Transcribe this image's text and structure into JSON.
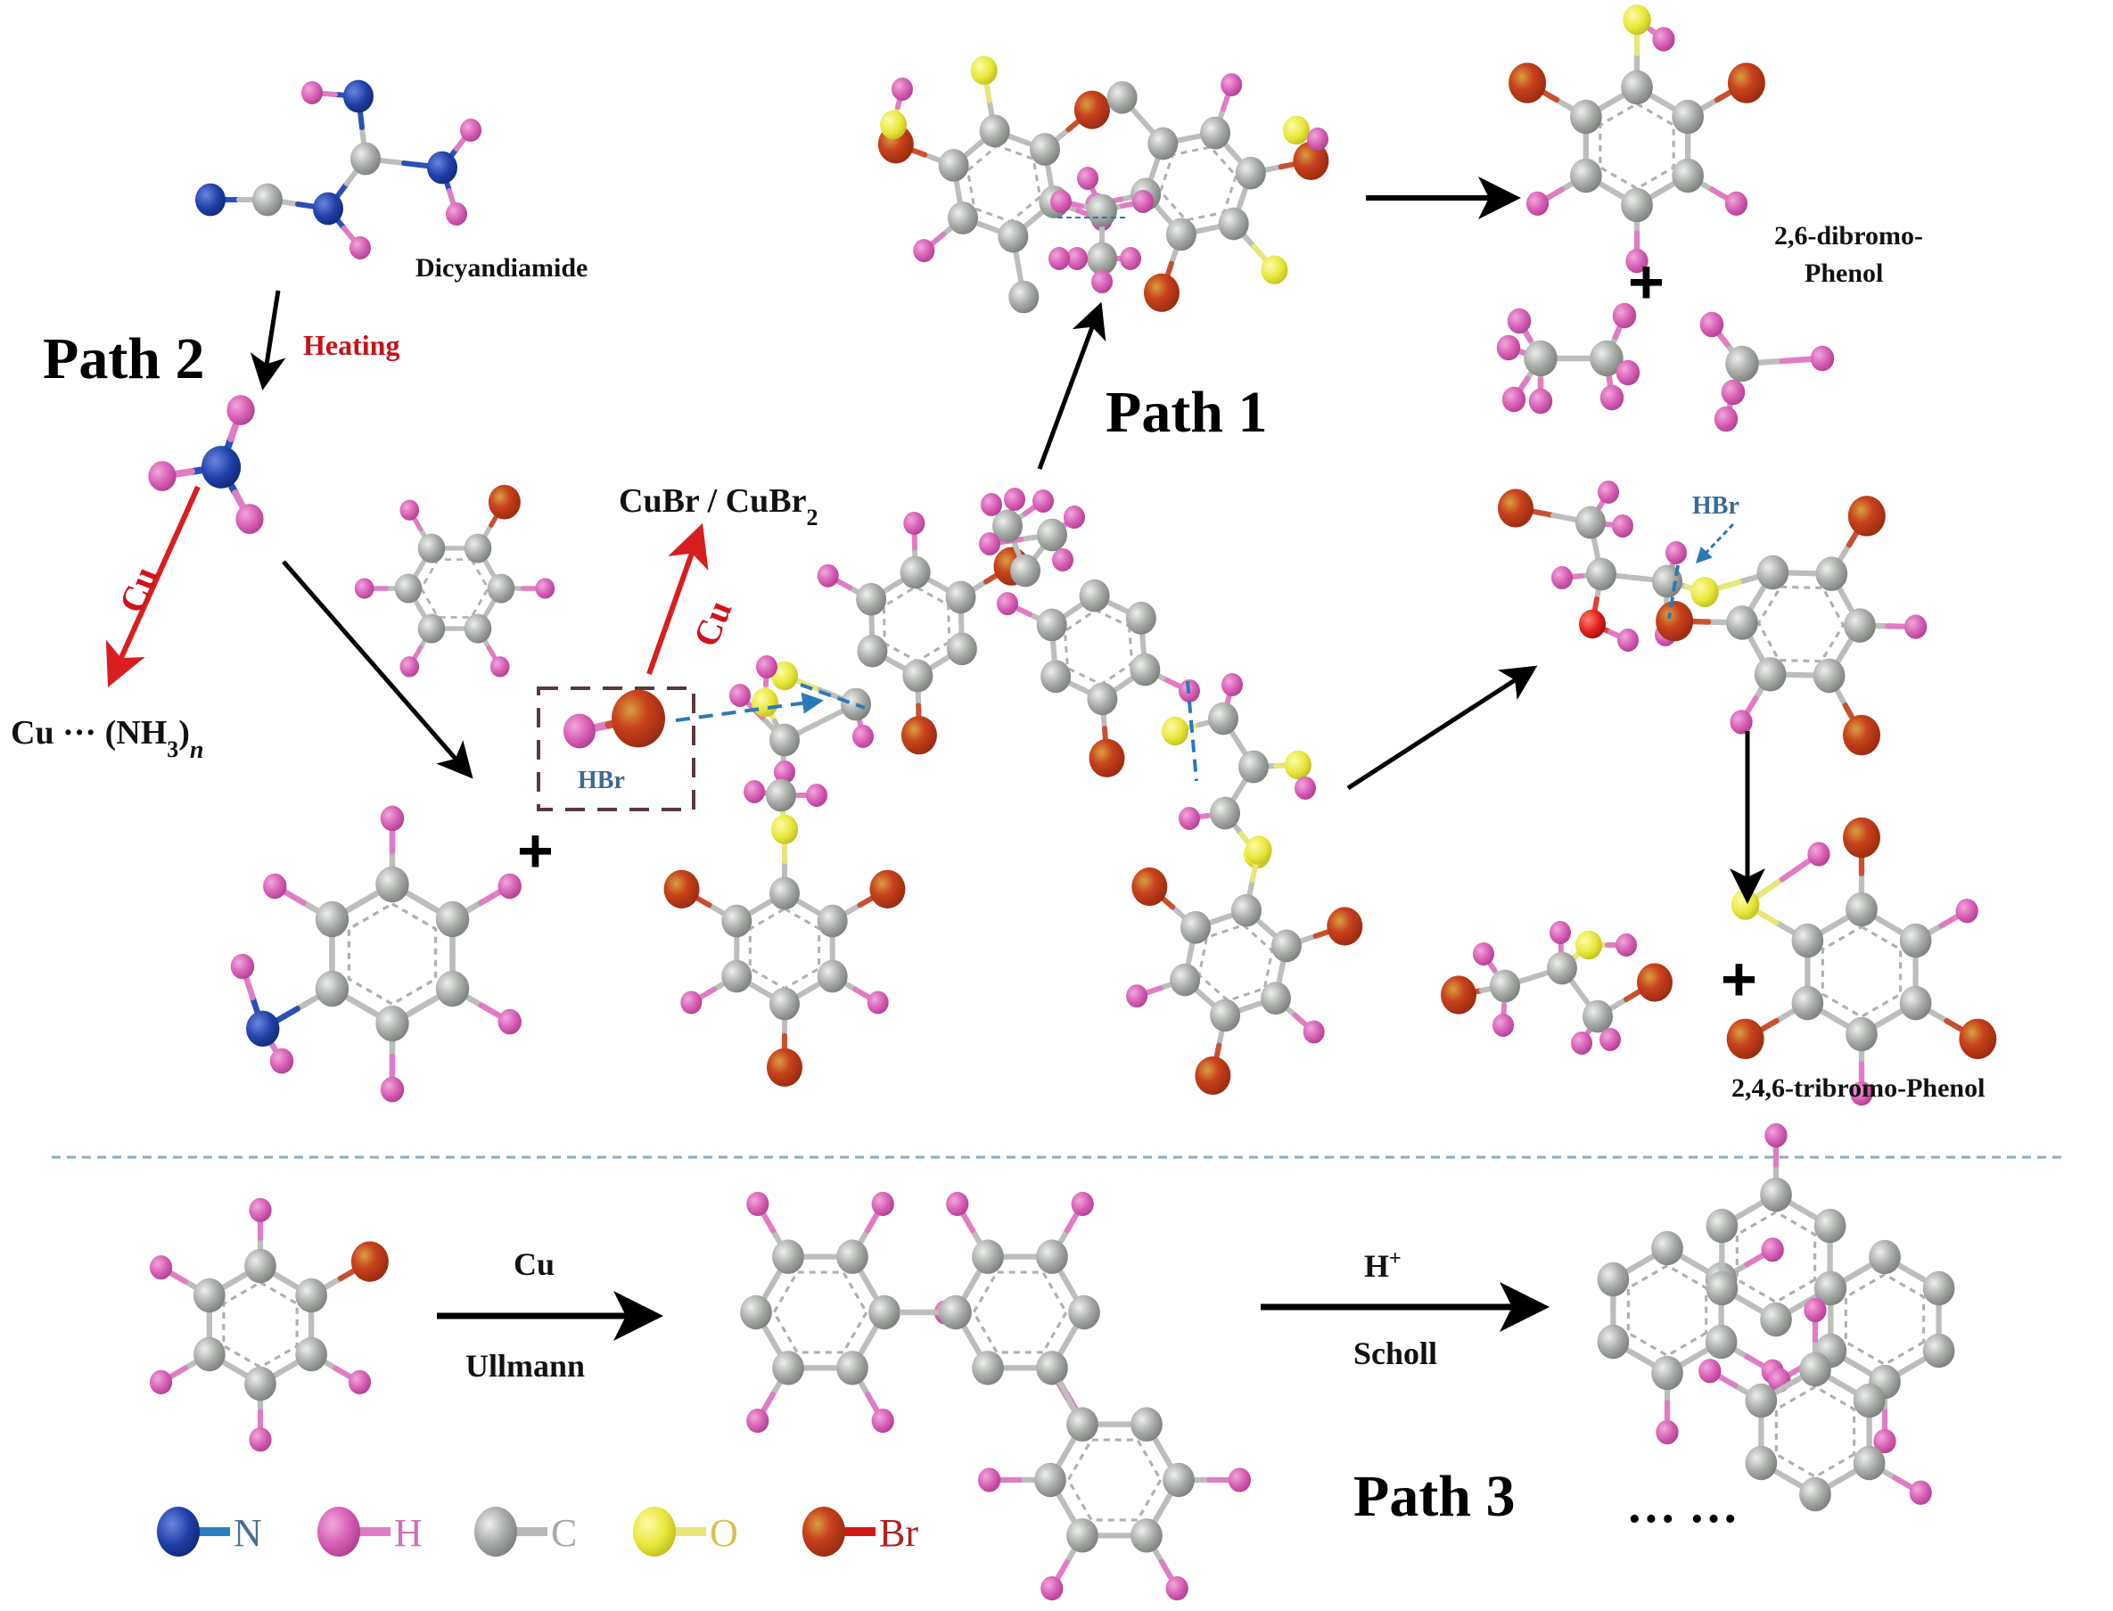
{
  "figure": {
    "title": "Proposed decomposition / reaction pathways",
    "paths": {
      "path1": "Path 1",
      "path2": "Path 2",
      "path3": "Path 3"
    },
    "labels": {
      "dicyandiamide": "Dicyandiamide",
      "heating": "Heating",
      "cu_left": "Cu",
      "cu_complex_main": "Cu ··· (NH",
      "cu_complex_sub": "3",
      "cu_complex_close": ")",
      "cu_complex_n": "n",
      "cubr_main": "CuBr / CuBr",
      "cubr_sub": "2",
      "cu_center": "Cu",
      "hbr_box": "HBr",
      "hbr_right": "HBr",
      "dibromophenol_line1": "2,6-dibromo-",
      "dibromophenol_line2": "Phenol",
      "tribromophenol": "2,4,6-tribromo-Phenol",
      "ullmann_top": "Cu",
      "ullmann_bottom": "Ullmann",
      "scholl_top": "H",
      "scholl_sup": "+",
      "scholl_bottom": "Scholl",
      "ellipsis": "··· ···",
      "plus": "+"
    },
    "legend": [
      {
        "element": "N",
        "ball": "#1f3fa8",
        "stick": "#2a7fc0",
        "text": "#4a6f96"
      },
      {
        "element": "H",
        "ball": "#d452b0",
        "stick": "#e07cc4",
        "text": "#d070b8"
      },
      {
        "element": "C",
        "ball": "#9a9a9a",
        "stick": "#b8b8b8",
        "text": "#a8a8a8"
      },
      {
        "element": "O",
        "ball": "#e6e63a",
        "stick": "#e6e67a",
        "text": "#d8c050"
      },
      {
        "element": "Br",
        "ball": "#d8401a",
        "stick": "#d41818",
        "text": "#b02020"
      }
    ],
    "colors": {
      "N": "#1f3fa8",
      "H": "#d65cb4",
      "C": "#a7aaa8",
      "O": "#e8e83c",
      "Br": "#c8421c",
      "Ored": "#e02018",
      "arrow": "#000000",
      "cu_arrow": "#d81e1e",
      "cleave": "#2a7ab8",
      "box": "#5a3a3a",
      "divider": "#8aaec4"
    }
  }
}
